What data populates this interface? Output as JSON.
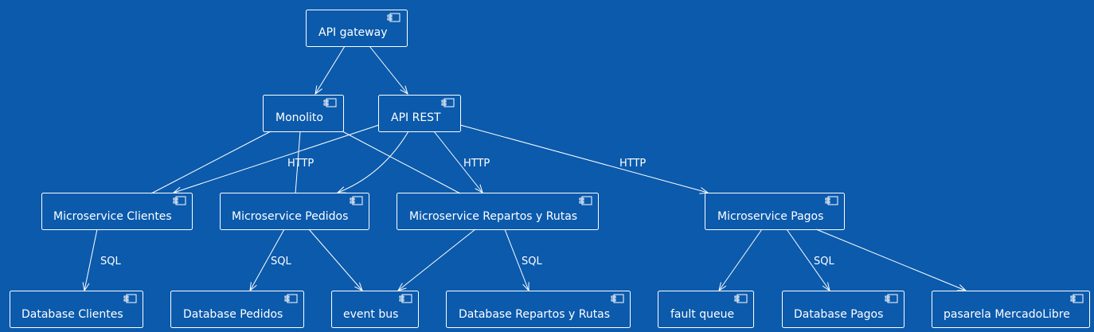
{
  "colors": {
    "background": "#0b5aac",
    "foreground": "#ffffff"
  },
  "nodes": {
    "api_gateway": "API gateway",
    "monolito": "Monolito",
    "api_rest": "API REST",
    "ms_clientes": "Microservice Clientes",
    "ms_pedidos": "Microservice Pedidos",
    "ms_repartos": "Microservice Repartos y Rutas",
    "ms_pagos": "Microservice Pagos",
    "db_clientes": "Database Clientes",
    "db_pedidos": "Database Pedidos",
    "event_bus": "event bus",
    "db_repartos": "Database Repartos y Rutas",
    "fault_queue": "fault queue",
    "db_pagos": "Database Pagos",
    "pasarela": "pasarela MercadoLibre"
  },
  "edges": {
    "rest_clientes": "HTTP",
    "rest_repartos": "HTTP",
    "rest_pagos": "HTTP",
    "clientes_db": "SQL",
    "pedidos_db": "SQL",
    "repartos_db": "SQL",
    "pagos_db": "SQL"
  }
}
